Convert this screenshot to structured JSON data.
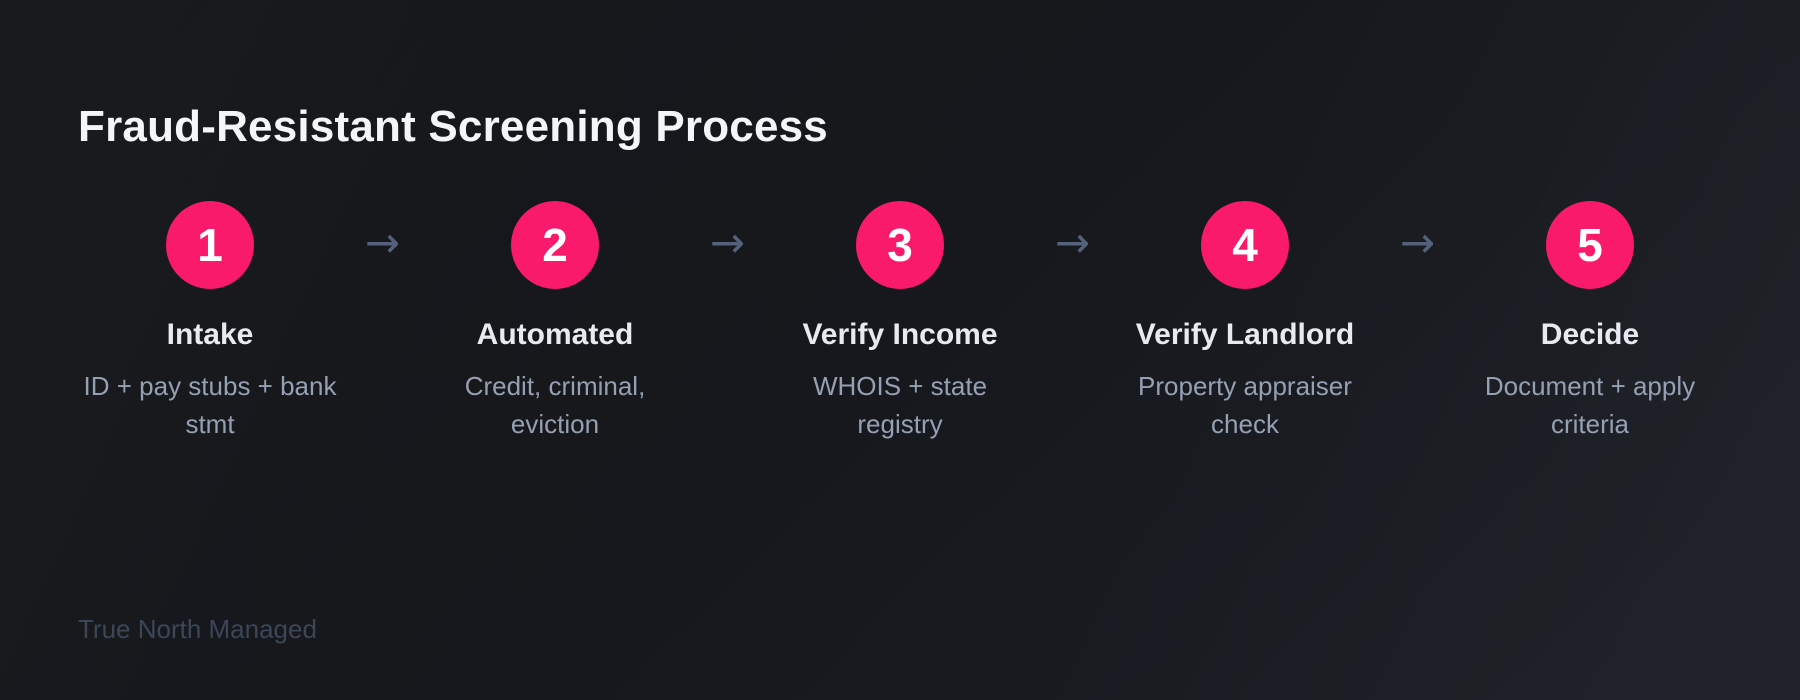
{
  "title": "Fraud-Resistant Screening Process",
  "colors": {
    "accent": "#f91a6b",
    "background": "#16181d",
    "title_text": "#f3f5f7",
    "label_text": "#e7ebf1",
    "description_text": "#95a0b2",
    "arrow": "#55617a",
    "watermark": "#3b4657"
  },
  "arrow_glyph": "→",
  "steps": [
    {
      "number": "1",
      "label": "Intake",
      "description": "ID + pay stubs + bank stmt"
    },
    {
      "number": "2",
      "label": "Automated",
      "description": "Credit, criminal, eviction"
    },
    {
      "number": "3",
      "label": "Verify Income",
      "description": "WHOIS + state registry"
    },
    {
      "number": "4",
      "label": "Verify Landlord",
      "description": "Property appraiser check"
    },
    {
      "number": "5",
      "label": "Decide",
      "description": "Document + apply criteria"
    }
  ],
  "footer": {
    "brand": "True North Managed"
  }
}
